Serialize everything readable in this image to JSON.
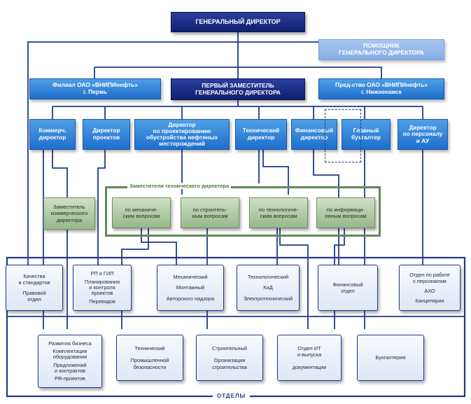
{
  "top": {
    "general_director": "ГЕНЕРАЛЬНЫЙ ДИРЕКТОР",
    "assistant": "ПОМОЩНИК\nГЕНЕРАЛЬНОГО ДИРЕКТОРА",
    "first_deputy": "ПЕРВЫЙ ЗАМЕСТИТЕЛЬ\nГЕНЕРАЛЬНОГО ДИРЕКТОРА",
    "branch_perm": "Филиал ОАО «ВНИПИнефть»\nг. Пермь",
    "office_nizhnekamsk": "Пред-ство ОАО «ВНИПИнефть»\nг. Нижнекамск"
  },
  "directors": [
    "Коммерч.\nдиректор",
    "Директор\nпроектов",
    "Директор\nпо проектированию\nобустройства нефтяных\nместорождений",
    "Технический\nдиректор",
    "Финансовый\nдиректор",
    "Главный\nбухгалтер",
    "Директор\nпо персоналу\nи АУ"
  ],
  "deputy_commercial": "Заместитель\nкоммерческого\nдиректора",
  "tech_deputies": {
    "title": "Заместители технического директора",
    "items": [
      "по механиче-\nским вопросам",
      "по строитель-\nным вопросам",
      "по технологиче-\nским вопросам",
      "по информаци-\nонным вопросам"
    ]
  },
  "departments_label": "ОТДЕЛЫ",
  "departments_row1": [
    [
      "Качества\nи стандартов",
      "Правовой\nотдел"
    ],
    [
      "РП и ГИП",
      "Планирования\nи контроля\nпроектов",
      "Переводов"
    ],
    [
      "Механический",
      "Монтажный",
      "Авторского надзора"
    ],
    [
      "Технологический",
      "КиД",
      "Электротехнический"
    ],
    [
      "Финансовый\nотдел"
    ],
    [
      "Отдел по работе\nс персоналом",
      "АХО",
      "Канцелярия"
    ]
  ],
  "departments_row2": [
    [
      "Развития бизнеса",
      "Комплектации\nоборудования",
      "Предложений\nи контрактов",
      "PR-проектов"
    ],
    [
      "Технический",
      "Промышленной\nбезопасности"
    ],
    [
      "Строительный",
      "Организации\nстроительства"
    ],
    [
      "Отдел ИТ\nи выпуска",
      "документации"
    ],
    [
      "Бухгалтерия"
    ]
  ],
  "colors": {
    "navy": "#142478",
    "blue": "#2a7fd8",
    "pale_blue": "#9bbbe9",
    "green": "#a9c49e",
    "line": "#1f3a8c",
    "green_frame": "#5f8a55"
  }
}
